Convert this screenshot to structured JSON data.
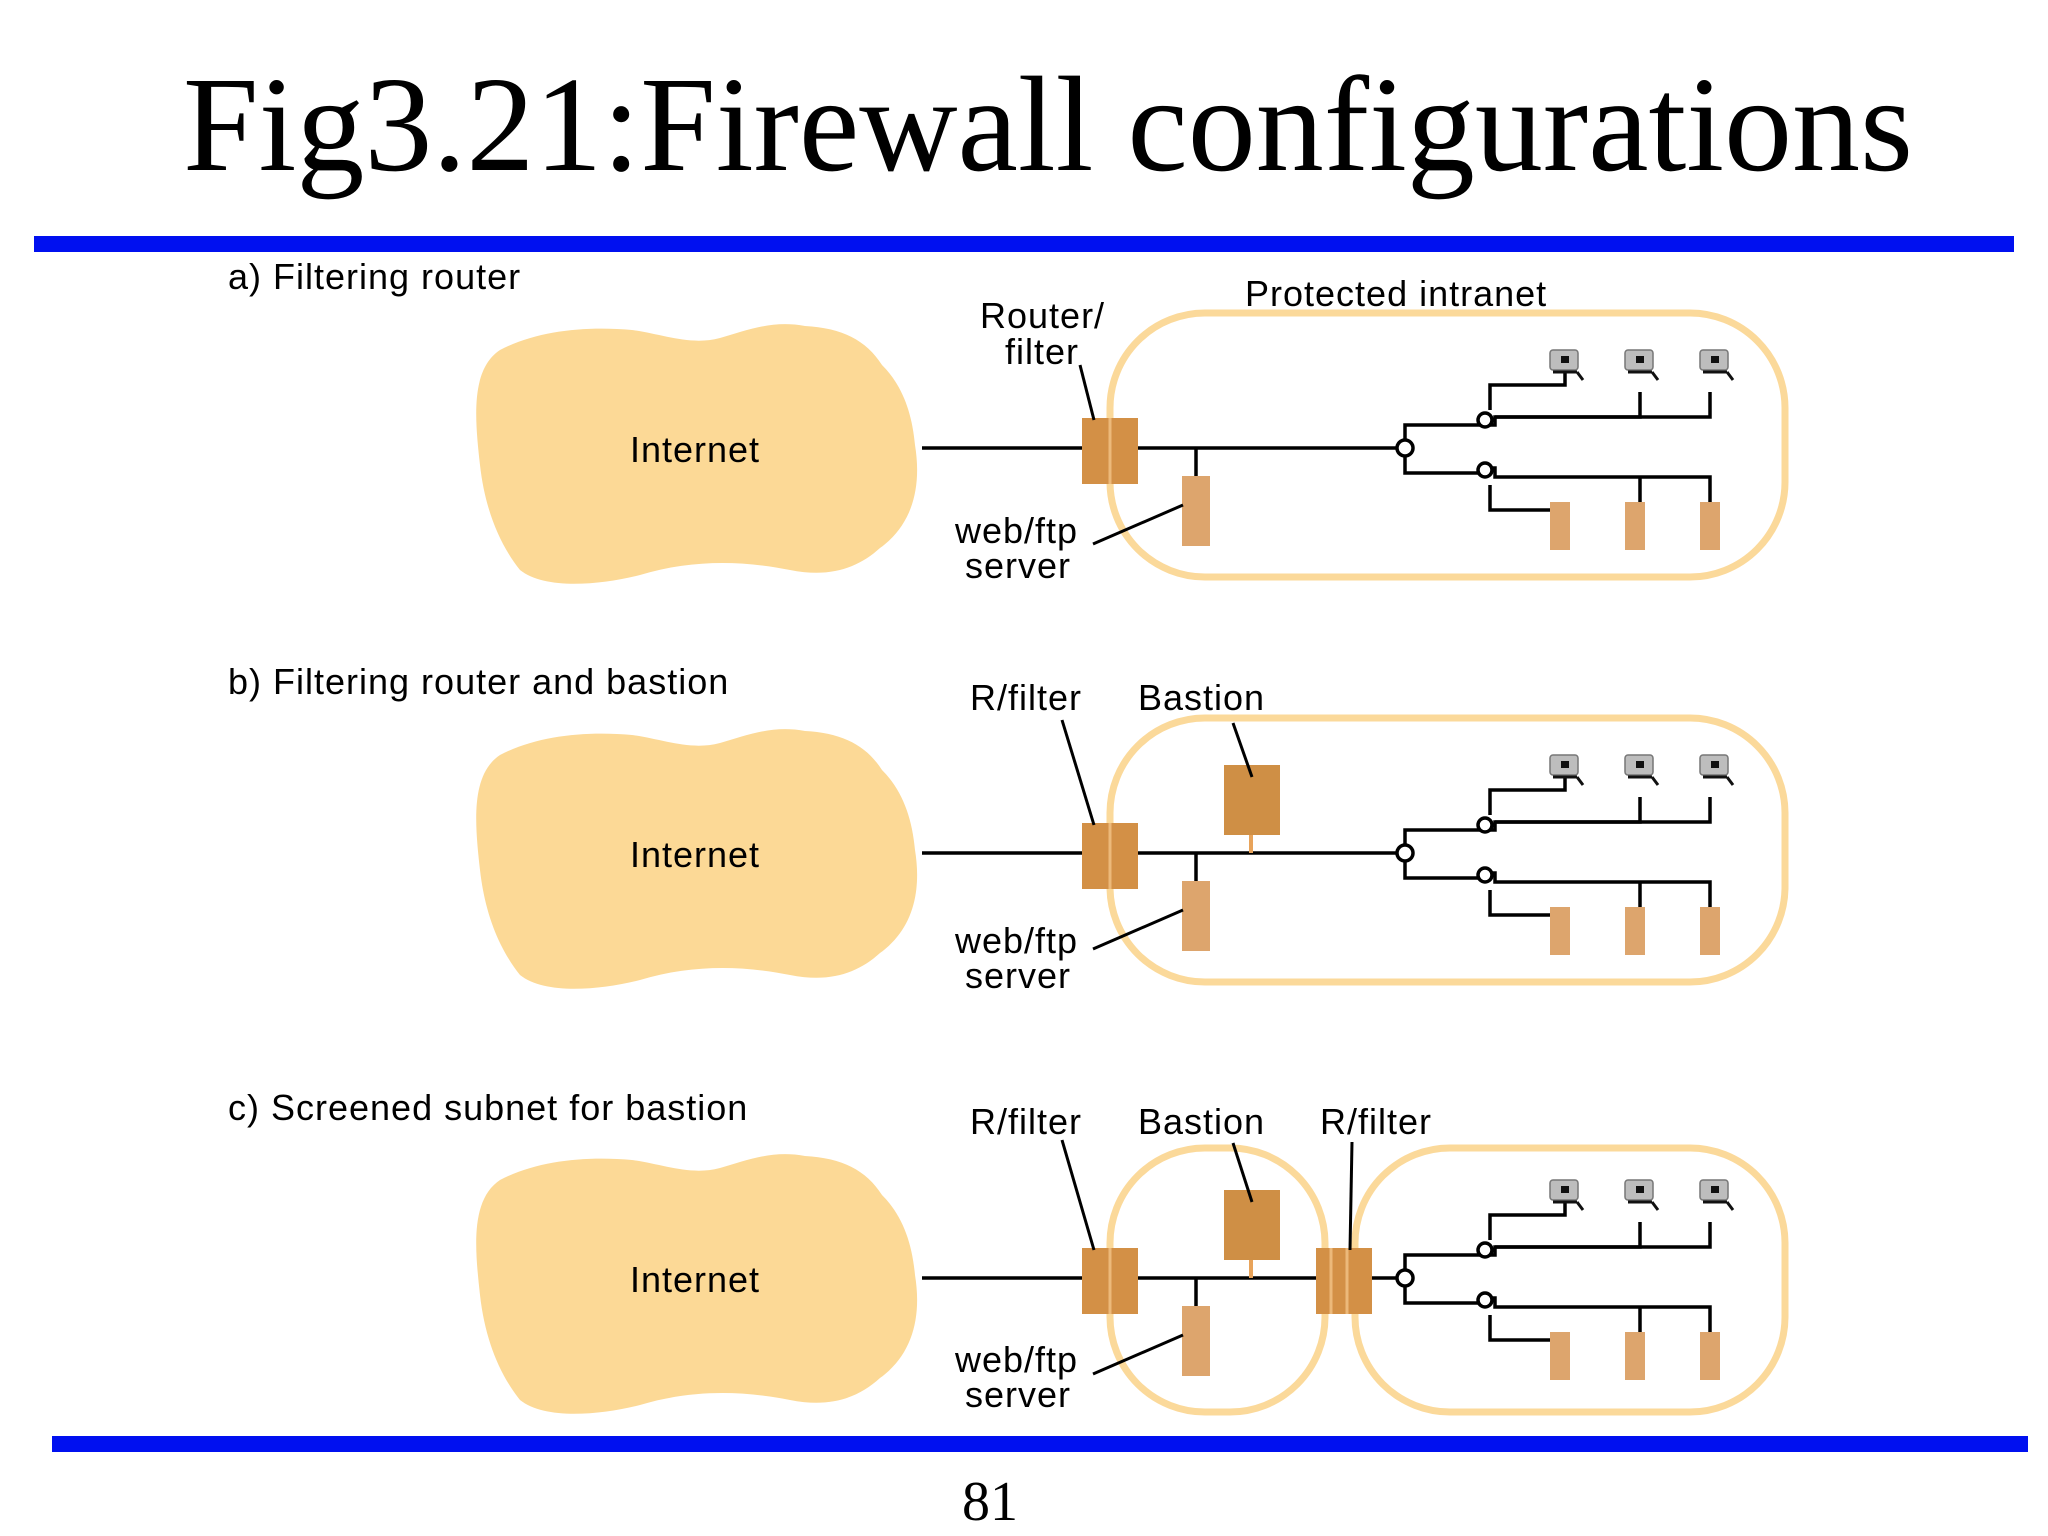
{
  "slide": {
    "title": "Fig3.21:Firewall configurations",
    "page_number": "81",
    "rule_color": "#0010f0"
  },
  "colors": {
    "cloud": "#fcd996",
    "enclosure": "#fbd99a",
    "filter": "#d39046",
    "bastion": "#cf8f45",
    "server": "#dda56d"
  },
  "panels": [
    {
      "heading": "a) Filtering router",
      "internet_label": "Internet",
      "router_label_line1": "Router/",
      "router_label_line2": "filter",
      "zone_label": "Protected intranet",
      "server_label_line1": "web/ftp",
      "server_label_line2": "server"
    },
    {
      "heading": "b) Filtering router and bastion",
      "internet_label": "Internet",
      "router_label": "R/filter",
      "bastion_label": "Bastion",
      "server_label_line1": "web/ftp",
      "server_label_line2": "server"
    },
    {
      "heading": "c) Screened subnet for bastion",
      "internet_label": "Internet",
      "router_label": "R/filter",
      "bastion_label": "Bastion",
      "inner_router_label": "R/filter",
      "server_label_line1": "web/ftp",
      "server_label_line2": "server"
    }
  ]
}
